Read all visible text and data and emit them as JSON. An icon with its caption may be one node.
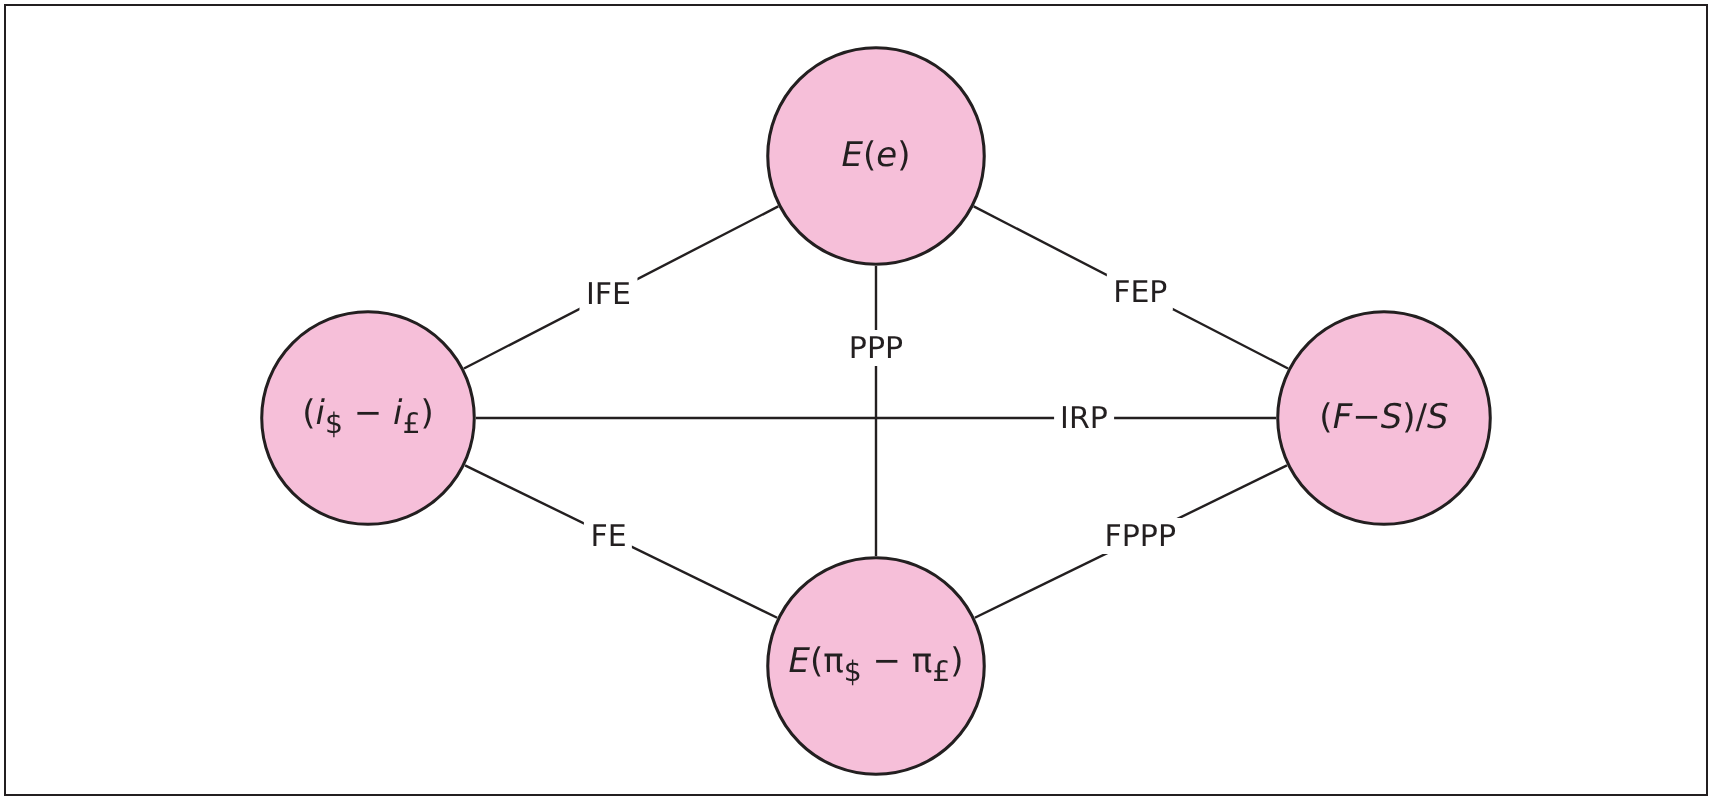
{
  "diagram": {
    "nodes": [
      {
        "text": [
          "*E*(*e*)"
        ]
      },
      {
        "text": [
          "(*i*$_{$}$ − *i*$_{£}$)"
        ]
      },
      {
        "text": [
          "(*F*−*S*)/*S*"
        ]
      },
      {
        "text": [
          "*E*(π$_{$}$ − π$_{£}$)"
        ]
      }
    ],
    "edges": [
      {
        "from": 1,
        "to": 0,
        "arrow": "none",
        "label": "IFE"
      },
      {
        "from": 0,
        "to": 2,
        "arrow": "none",
        "label": "FEP"
      },
      {
        "from": 0,
        "to": 3,
        "arrow": "none",
        "label": "PPP"
      },
      {
        "from": 1,
        "to": 2,
        "arrow": "none",
        "label": "IRP"
      },
      {
        "from": 1,
        "to": 3,
        "arrow": "none",
        "label": "FE"
      },
      {
        "from": 3,
        "to": 2,
        "arrow": "none",
        "label": "FPPP"
      }
    ]
  }
}
